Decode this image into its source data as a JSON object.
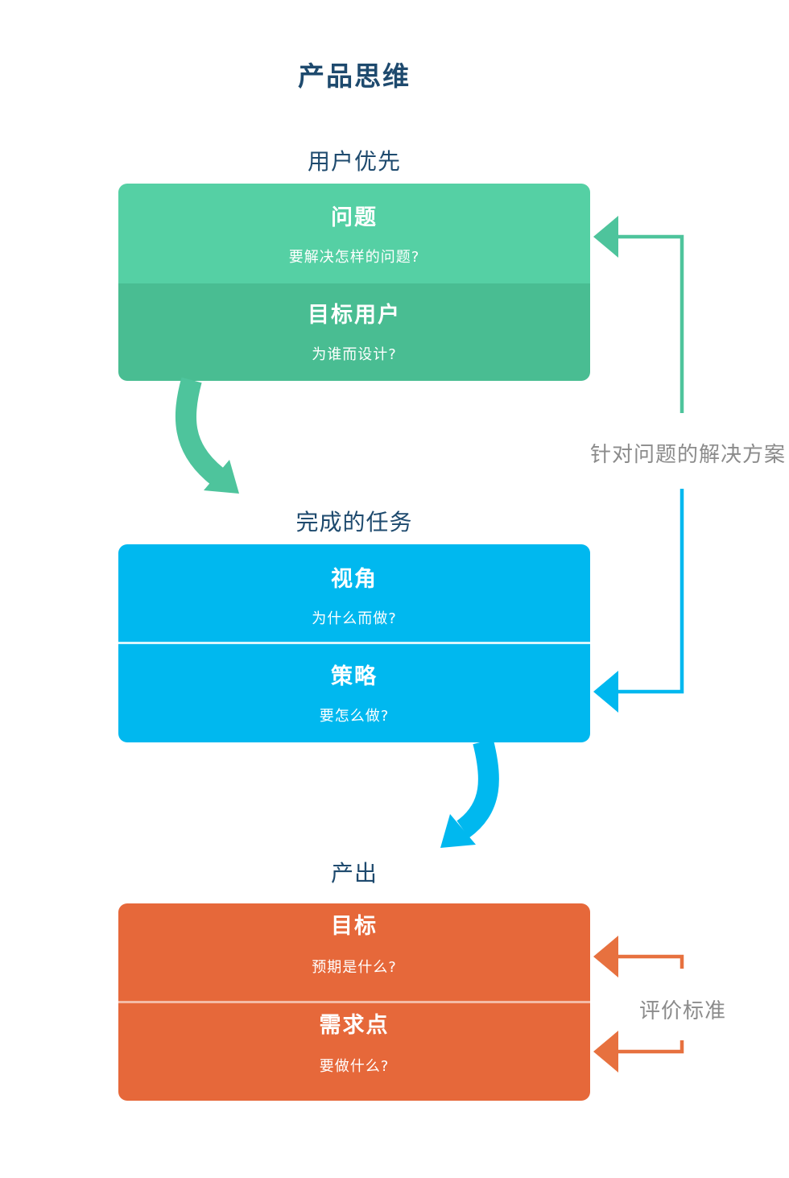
{
  "page": {
    "title": "产品思维",
    "background": "#ffffff"
  },
  "colors": {
    "title_text": "#1e4a6e",
    "stage_label_text": "#1e4a6e",
    "annotation_text": "#8b8b8b",
    "green_light": "#55d0a4",
    "green_dark": "#49bd92",
    "green_arrow": "#4ec49c",
    "blue": "#00b8ef",
    "orange": "#e6683a",
    "orange_arrow": "#e7713f",
    "box_text": "#ffffff"
  },
  "stages": [
    {
      "label": "用户优先",
      "rows": [
        {
          "heading": "问题",
          "question": "要解决怎样的问题?"
        },
        {
          "heading": "目标用户",
          "question": "为谁而设计?"
        }
      ]
    },
    {
      "label": "完成的任务",
      "rows": [
        {
          "heading": "视角",
          "question": "为什么而做?"
        },
        {
          "heading": "策略",
          "question": "要怎么做?"
        }
      ]
    },
    {
      "label": "产出",
      "rows": [
        {
          "heading": "目标",
          "question": "预期是什么?"
        },
        {
          "heading": "需求点",
          "question": "要做什么?"
        }
      ]
    }
  ],
  "annotations": {
    "solution": "针对问题的解决方案",
    "evaluation": "评价标准"
  }
}
